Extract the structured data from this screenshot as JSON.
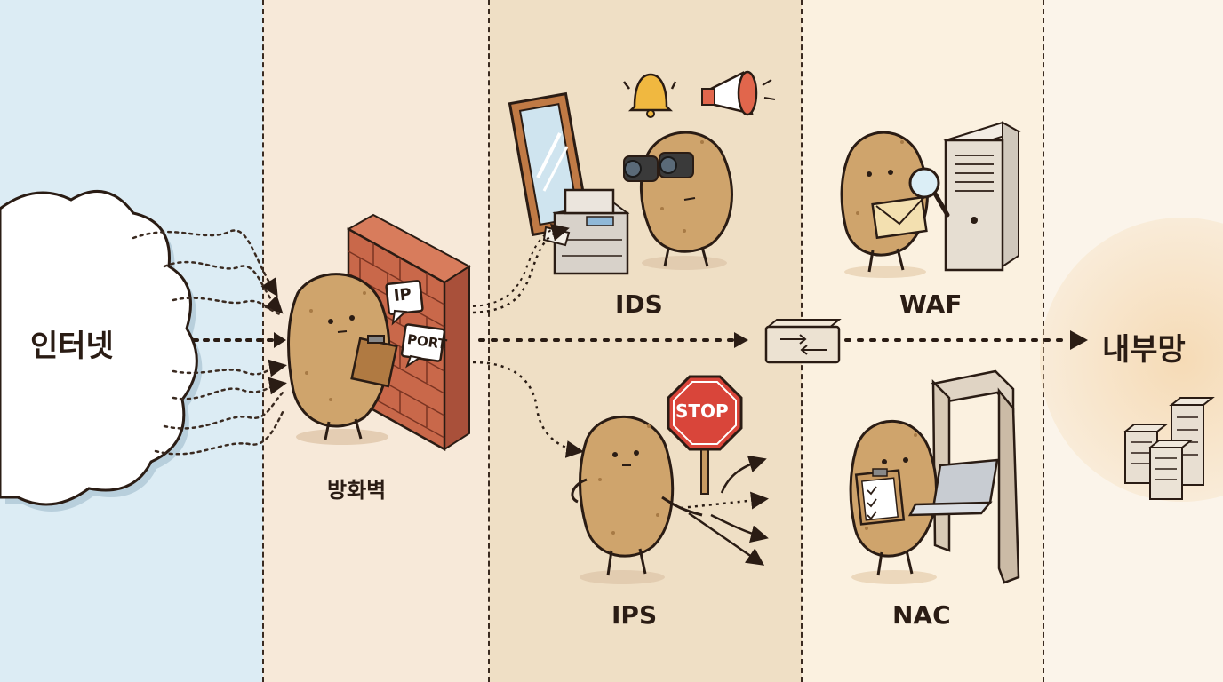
{
  "labels": {
    "internet": "인터넷",
    "firewall": "방화벽",
    "ids": "IDS",
    "ips": "IPS",
    "waf": "WAF",
    "nac": "NAC",
    "internal": "내부망"
  },
  "badges": {
    "ip": "IP",
    "port": "PORT",
    "stop": "STOP"
  },
  "colors": {
    "internet_zone": "#dcecf4",
    "firewall_zone": "#f7e9d9",
    "ids_ips_zone": "#efdfc5",
    "waf_nac_zone": "#fbf1e0",
    "internal_zone": "#fbf4ea",
    "potato": "#cfa46c",
    "brick": "#c9684a",
    "stop": "#d9453a",
    "ink": "#2a1c14"
  }
}
